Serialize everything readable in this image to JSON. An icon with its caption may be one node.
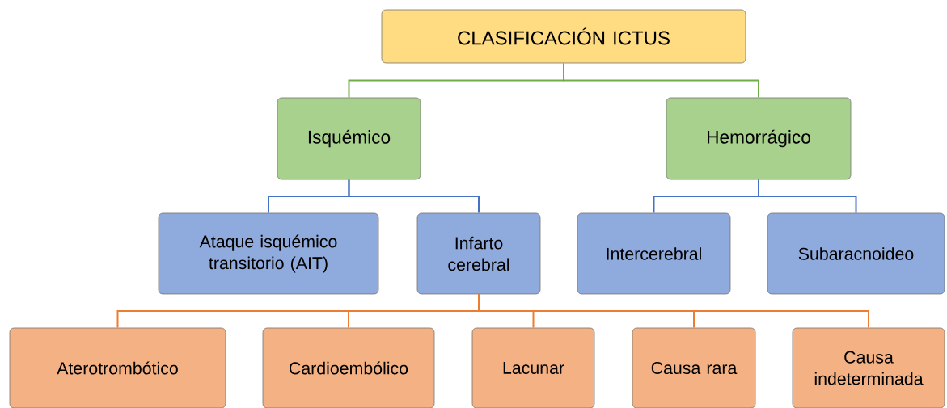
{
  "diagram": {
    "nodes": [
      {
        "text": [
          "CLASIFICACIÓN ICTUS"
        ]
      },
      {
        "text": [
          "Isquémico"
        ]
      },
      {
        "text": [
          "Hemorrágico"
        ]
      },
      {
        "text": [
          "Ataque isquémico transitorio (AIT)"
        ]
      },
      {
        "text": [
          "Infarto cerebral"
        ]
      },
      {
        "text": [
          "Intercerebral"
        ]
      },
      {
        "text": [
          "Subaracnoideo"
        ]
      },
      {
        "text": [
          "Aterotrombótico"
        ]
      },
      {
        "text": [
          "Cardioembólico"
        ]
      },
      {
        "text": [
          "Lacunar"
        ]
      },
      {
        "text": [
          "Causa rara"
        ]
      },
      {
        "text": [
          "Causa indeterminada"
        ]
      }
    ],
    "edges": [
      {
        "from": 0,
        "to": 1,
        "arrow": "none",
        "color": "#70ad47"
      },
      {
        "from": 0,
        "to": 2,
        "arrow": "none",
        "color": "#70ad47"
      },
      {
        "from": 1,
        "to": 3,
        "arrow": "none",
        "color": "#4472c4"
      },
      {
        "from": 1,
        "to": 4,
        "arrow": "none",
        "color": "#4472c4"
      },
      {
        "from": 2,
        "to": 5,
        "arrow": "none",
        "color": "#4472c4"
      },
      {
        "from": 2,
        "to": 6,
        "arrow": "none",
        "color": "#4472c4"
      },
      {
        "from": 4,
        "to": 7,
        "arrow": "none",
        "color": "#ed7d31"
      },
      {
        "from": 4,
        "to": 8,
        "arrow": "none",
        "color": "#ed7d31"
      },
      {
        "from": 4,
        "to": 9,
        "arrow": "none",
        "color": "#ed7d31"
      },
      {
        "from": 4,
        "to": 10,
        "arrow": "none",
        "color": "#ed7d31"
      },
      {
        "from": 4,
        "to": 11,
        "arrow": "none",
        "color": "#ed7d31"
      }
    ]
  }
}
